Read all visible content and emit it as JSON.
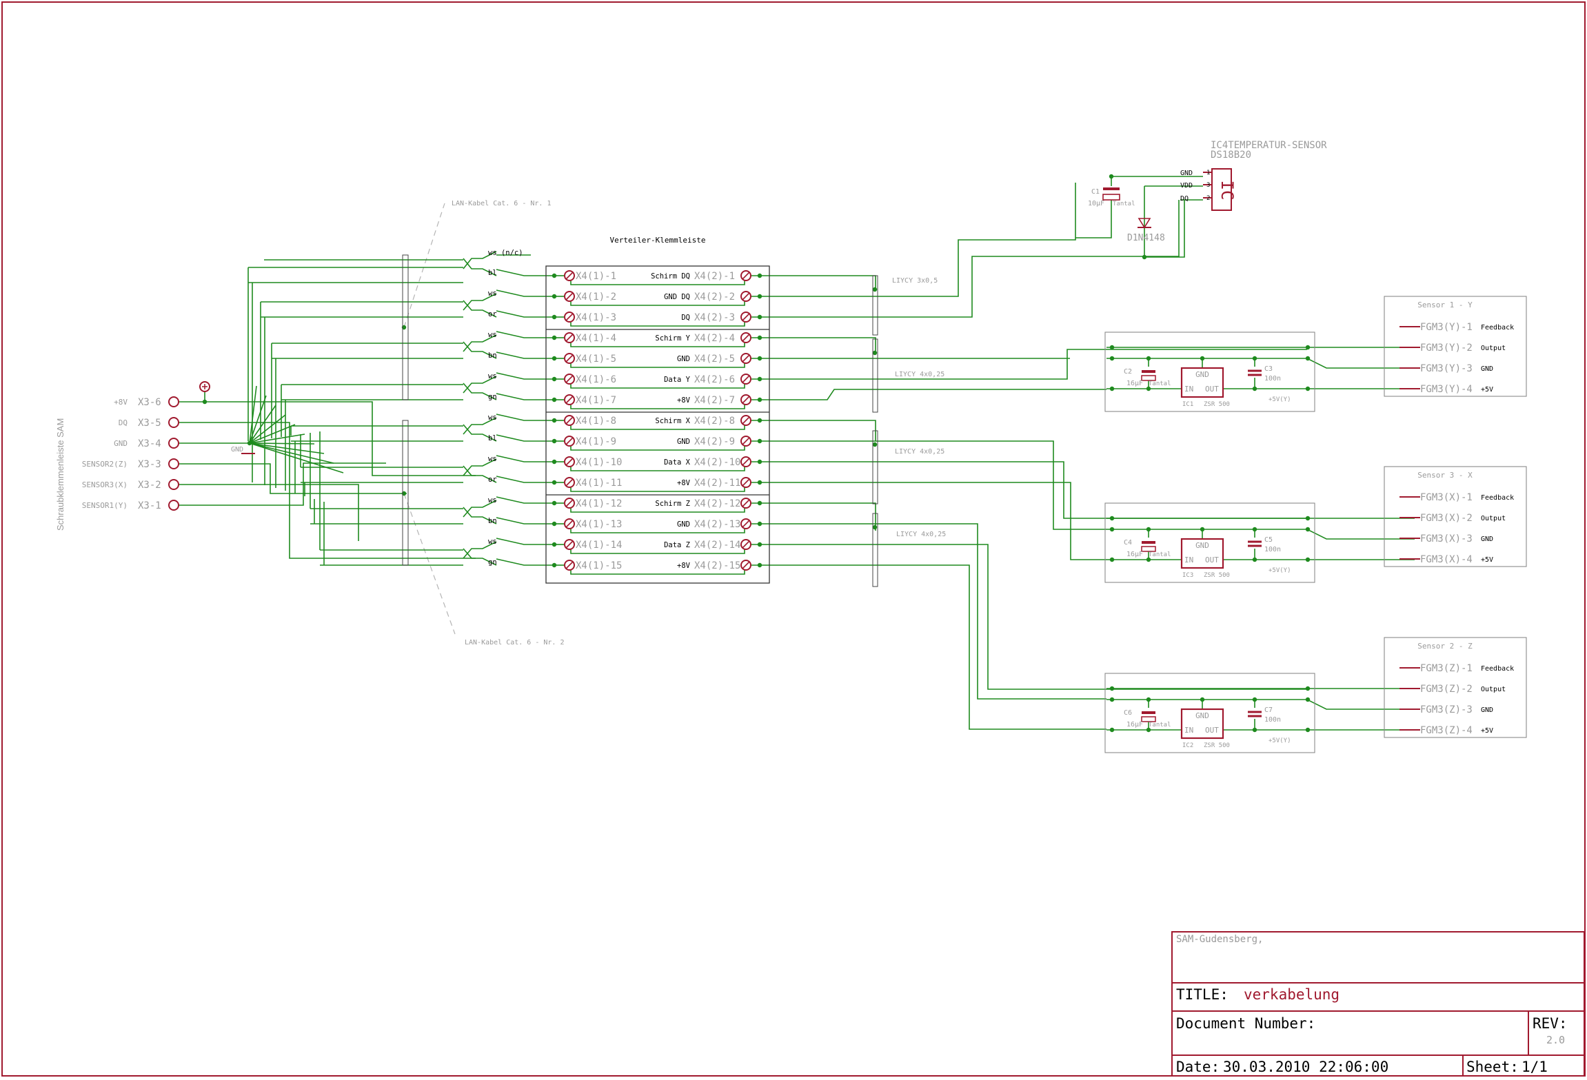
{
  "colors": {
    "frame": "#a0192e",
    "wire": "#1e8a1e",
    "label": "#9a9a9a",
    "text": "#000000",
    "dashed": "#b4b4b4",
    "box": "#8a8a8a"
  },
  "screw_terminal": {
    "title": "Schraubklemmenleiste SAM",
    "pins": [
      {
        "signal": "+8V",
        "ref": "X3-6"
      },
      {
        "signal": "DQ",
        "ref": "X3-5"
      },
      {
        "signal": "GND",
        "ref": "X3-4"
      },
      {
        "signal": "SENSOR2(Z)",
        "ref": "X3-3"
      },
      {
        "signal": "SENSOR3(X)",
        "ref": "X3-2"
      },
      {
        "signal": "SENSOR1(Y)",
        "ref": "X3-1"
      }
    ],
    "gnd_label": "GND"
  },
  "cables": {
    "lan1": "LAN-Kabel Cat. 6 - Nr. 1",
    "lan2": "LAN-Kabel Cat. 6 - Nr. 2"
  },
  "wire_colors": [
    "ws (n/c)",
    "bl",
    "ws",
    "or",
    "ws",
    "bn",
    "ws",
    "gn",
    "ws",
    "bl",
    "ws",
    "or",
    "ws",
    "bn",
    "ws",
    "gn"
  ],
  "distributor": {
    "title": "Verteiler-Klemmleiste",
    "rows": [
      {
        "left": "X4(1)-1",
        "name": "Schirm DQ",
        "right": "X4(2)-1"
      },
      {
        "left": "X4(1)-2",
        "name": "GND DQ",
        "right": "X4(2)-2"
      },
      {
        "left": "X4(1)-3",
        "name": "DQ",
        "right": "X4(2)-3"
      },
      {
        "left": "X4(1)-4",
        "name": "Schirm Y",
        "right": "X4(2)-4"
      },
      {
        "left": "X4(1)-5",
        "name": "GND",
        "right": "X4(2)-5"
      },
      {
        "left": "X4(1)-6",
        "name": "Data Y",
        "right": "X4(2)-6"
      },
      {
        "left": "X4(1)-7",
        "name": "+8V",
        "right": "X4(2)-7"
      },
      {
        "left": "X4(1)-8",
        "name": "Schirm X",
        "right": "X4(2)-8"
      },
      {
        "left": "X4(1)-9",
        "name": "GND",
        "right": "X4(2)-9"
      },
      {
        "left": "X4(1)-10",
        "name": "Data X",
        "right": "X4(2)-10"
      },
      {
        "left": "X4(1)-11",
        "name": "+8V",
        "right": "X4(2)-11"
      },
      {
        "left": "X4(1)-12",
        "name": "Schirm Z",
        "right": "X4(2)-12"
      },
      {
        "left": "X4(1)-13",
        "name": "GND",
        "right": "X4(2)-13"
      },
      {
        "left": "X4(1)-14",
        "name": "Data Z",
        "right": "X4(2)-14"
      },
      {
        "left": "X4(1)-15",
        "name": "+8V",
        "right": "X4(2)-15"
      }
    ]
  },
  "shielded_cables": [
    "LIYCY 3x0,5",
    "LIYCY 4x0,25",
    "LIYCY 4x0,25",
    "LIYCY 4x0,25"
  ],
  "temp_sensor": {
    "title": "IC4TEMPERATUR-SENSOR",
    "part": "DS18B20",
    "ic_mark": "IC",
    "pins": [
      {
        "name": "GND",
        "num": "1"
      },
      {
        "name": "VDD",
        "num": "3"
      },
      {
        "name": "DQ",
        "num": "2"
      }
    ],
    "cap_ref": "C1",
    "cap_value": "10µF",
    "cap_type": "Tantal",
    "diode": "D1N4148"
  },
  "regulators": [
    {
      "cap_in_ref": "C2",
      "cap_in_value": "16µF",
      "cap_in_type": "Tantal",
      "cap_out_ref": "C3",
      "cap_out_value": "100n",
      "ic_ref": "IC1",
      "ic_part": "ZSR 500",
      "pin_gnd": "GND",
      "pin_in": "IN",
      "pin_out": "OUT",
      "out_label": "+5V(Y)"
    },
    {
      "cap_in_ref": "C4",
      "cap_in_value": "16µF",
      "cap_in_type": "Tantal",
      "cap_out_ref": "C5",
      "cap_out_value": "100n",
      "ic_ref": "IC3",
      "ic_part": "ZSR 500",
      "pin_gnd": "GND",
      "pin_in": "IN",
      "pin_out": "OUT",
      "out_label": "+5V(Y)"
    },
    {
      "cap_in_ref": "C6",
      "cap_in_value": "16µF",
      "cap_in_type": "Tantal",
      "cap_out_ref": "C7",
      "cap_out_value": "100n",
      "ic_ref": "IC2",
      "ic_part": "ZSR 500",
      "pin_gnd": "GND",
      "pin_in": "IN",
      "pin_out": "OUT",
      "out_label": "+5V(Y)"
    }
  ],
  "sensors": [
    {
      "title": "Sensor 1 - Y",
      "pins": [
        {
          "ref": "FGM3(Y)-1",
          "name": "Feedback"
        },
        {
          "ref": "FGM3(Y)-2",
          "name": "Output"
        },
        {
          "ref": "FGM3(Y)-3",
          "name": "GND"
        },
        {
          "ref": "FGM3(Y)-4",
          "name": "+5V"
        }
      ]
    },
    {
      "title": "Sensor 3 - X",
      "pins": [
        {
          "ref": "FGM3(X)-1",
          "name": "Feedback"
        },
        {
          "ref": "FGM3(X)-2",
          "name": "Output"
        },
        {
          "ref": "FGM3(X)-3",
          "name": "GND"
        },
        {
          "ref": "FGM3(X)-4",
          "name": "+5V"
        }
      ]
    },
    {
      "title": "Sensor 2 - Z",
      "pins": [
        {
          "ref": "FGM3(Z)-1",
          "name": "Feedback"
        },
        {
          "ref": "FGM3(Z)-2",
          "name": "Output"
        },
        {
          "ref": "FGM3(Z)-3",
          "name": "GND"
        },
        {
          "ref": "FGM3(Z)-4",
          "name": "+5V"
        }
      ]
    }
  ],
  "title_block": {
    "company": "SAM-Gudensberg,",
    "title_label": "TITLE:",
    "title_value": "verkabelung",
    "docnum_label": "Document Number:",
    "rev_label": "REV:",
    "rev_value": "2.0",
    "date_label": "Date:",
    "date_value": "30.03.2010 22:06:00",
    "sheet_label": "Sheet:",
    "sheet_value": "1/1"
  }
}
